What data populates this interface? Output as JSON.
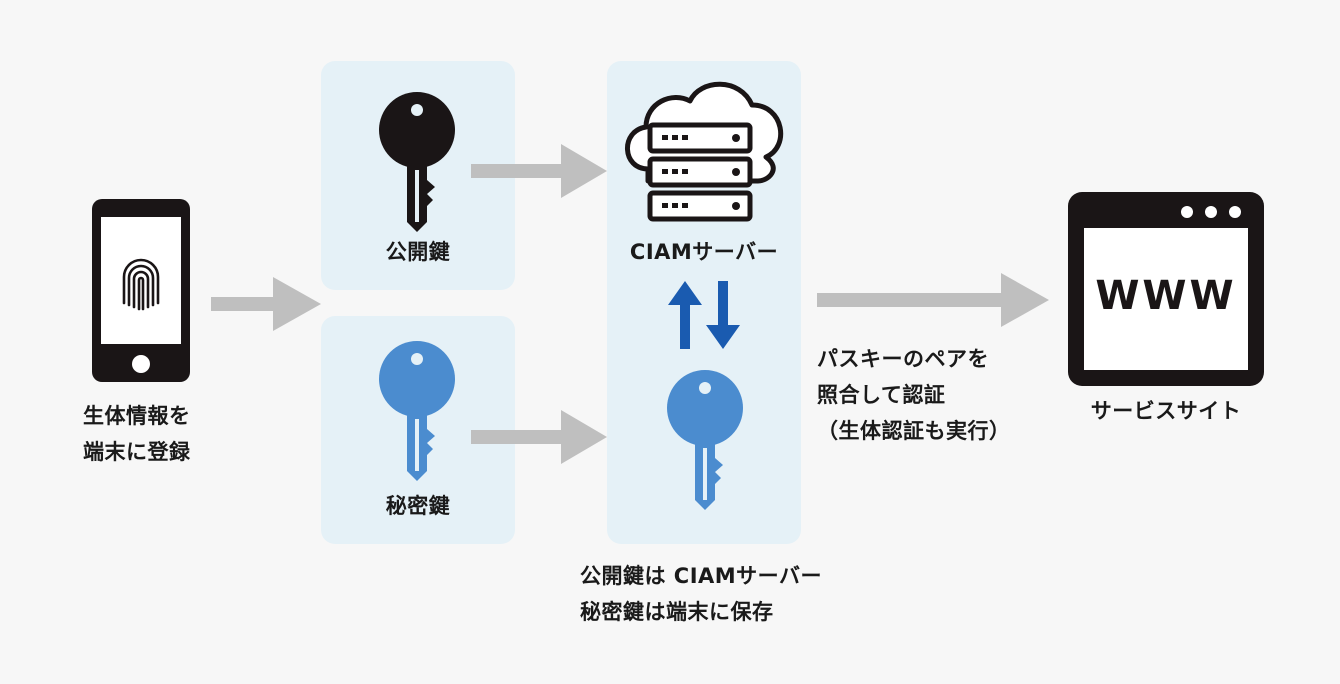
{
  "colors": {
    "background": "#f7f7f7",
    "panel": "#e5f1f7",
    "dark": "#1a1516",
    "blue_key": "#4b8ccf",
    "arrow_gray": "#bfbfbf",
    "exchange_blue": "#1a5bb0"
  },
  "phone": {
    "icon": "fingerprint-icon",
    "caption_line1": "生体情報を",
    "caption_line2": "端末に登録"
  },
  "public_key": {
    "icon": "key-icon",
    "label": "公開鍵"
  },
  "private_key": {
    "icon": "key-icon",
    "label": "秘密鍵"
  },
  "server": {
    "icon": "cloud-server-icon",
    "label": "CIAMサーバー",
    "exchange_icon": "up-down-arrows-icon"
  },
  "storage_note": {
    "line1": "公開鍵は CIAMサーバー",
    "line2": "秘密鍵は端末に保存"
  },
  "auth_note": {
    "line1": "パスキーのペアを",
    "line2": "照合して認証",
    "line3": "（生体認証も実行）"
  },
  "website": {
    "icon": "browser-window-icon",
    "text": "WWW",
    "label": "サービスサイト"
  }
}
